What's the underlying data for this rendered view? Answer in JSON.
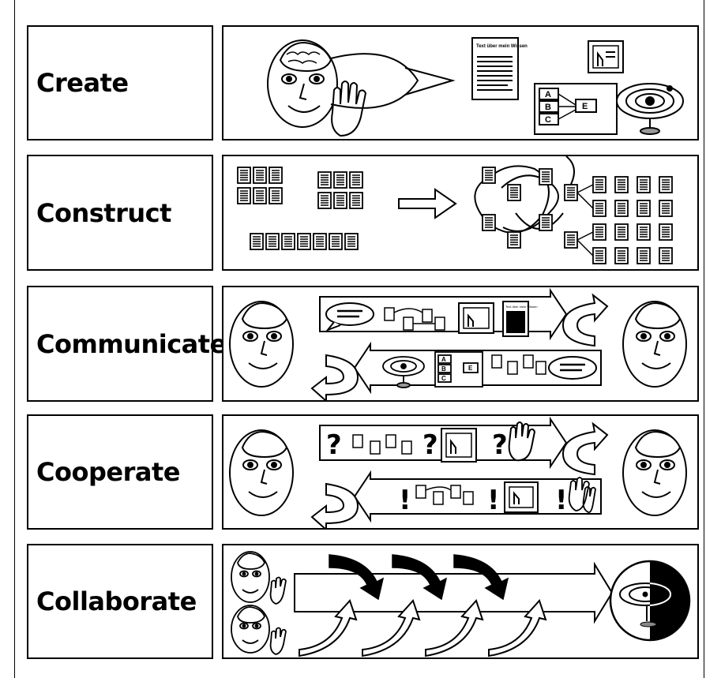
{
  "rows": [
    {
      "label": "Create"
    },
    {
      "label": "Construct"
    },
    {
      "label": "Communicate"
    },
    {
      "label": "Cooperate"
    },
    {
      "label": "Collaborate"
    }
  ],
  "create": {
    "document_text": "Text über mein Wissen",
    "boxes": [
      "A",
      "B",
      "C",
      "E"
    ]
  },
  "communicate": {
    "document_text": "Text über mein Wissen",
    "boxes": [
      "A",
      "B",
      "C",
      "E"
    ]
  },
  "cooperate": {
    "question_mark": "?",
    "exclamation_mark": "!"
  }
}
